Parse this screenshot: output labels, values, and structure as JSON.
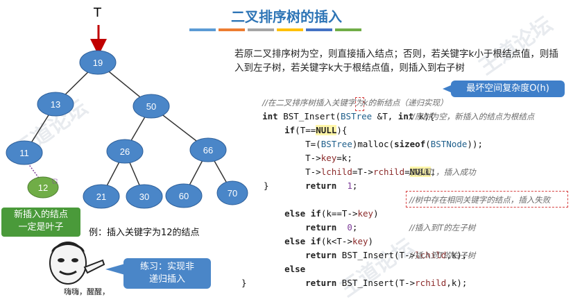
{
  "slide": {
    "title": "二叉排序树的插入",
    "colors": [
      "#5b9bd5",
      "#ed7d31",
      "#a5a5a5",
      "#ffc000",
      "#4472c4",
      "#70ad47"
    ]
  },
  "tree": {
    "pointer_label": "T",
    "nodes": {
      "n19": "19",
      "n13": "13",
      "n50": "50",
      "n11": "11",
      "n26": "26",
      "n66": "66",
      "n21": "21",
      "n30": "30",
      "n60": "60",
      "n70": "70",
      "n12": "12"
    },
    "new_leaf_note": [
      "新插入的结点",
      "一定是叶子"
    ],
    "example_text": "例：插入关键字为12的结点"
  },
  "intro_text": "若原二叉排序树为空，则直接插入结点；否则，若关键字k小于根结点值，则插入到左子树，若关键字k大于根结点值，则插入到右子树",
  "complexity_badge": "最坏空间复杂度O(h)",
  "code": {
    "l1_comment": "//在二叉排序树插入关键字为k的新结点（递归实现）",
    "l2": {
      "int": "int",
      "fname": " BST_Insert(",
      "type": "BSTree",
      "amp": " &amp;",
      "rest": "T, ",
      "int2": "int",
      "rest2": " k){"
    },
    "l3": {
      "if": "if",
      "a": "(T==",
      "null": "NULL",
      "b": "){",
      "comment": "//原树为空，新插入的结点为根结点"
    },
    "l4": {
      "a": "T=(",
      "type": "BSTree",
      "b": ")malloc(",
      "sizeof": "sizeof",
      "c": "(",
      "type2": "BSTNode",
      "d": "));"
    },
    "l5": {
      "a": "T->",
      "f": "key",
      "b": "=k;"
    },
    "l6": {
      "a": "T->",
      "f1": "lchild",
      "b": "=T->",
      "f2": "rchild",
      "c": "=",
      "null": "NULL",
      "d": ";"
    },
    "l7": {
      "ret": "return",
      "num": "1",
      "d": ";",
      "comment": "//返回1，插入成功"
    },
    "l8": "}",
    "l9": {
      "else": "else",
      "if": "if",
      "a": "(k==T->",
      "f": "key",
      "b": ")",
      "comment": "//树中存在相同关键字的结点，插入失败"
    },
    "l10": {
      "ret": "return",
      "num": "0",
      "d": ";"
    },
    "l11": {
      "else": "else",
      "if": "if",
      "a": "(k<T->",
      "f": "key",
      "b": ")",
      "comment": "//插入到T的左子树"
    },
    "l12": {
      "ret": "return",
      "a": " BST_Insert(T->",
      "f": "lchild",
      "b": ",k);"
    },
    "l13": {
      "else": "else",
      "comment": "//插入到T的右子树"
    },
    "l14": {
      "ret": "return",
      "a": " BST_Insert(T->",
      "f": "rchild",
      "b": ",k);"
    },
    "l15": "}"
  },
  "practice_note": [
    "练习：实现非",
    "递归插入"
  ],
  "meme_caption": "嗨嗨，醒醒，"
}
